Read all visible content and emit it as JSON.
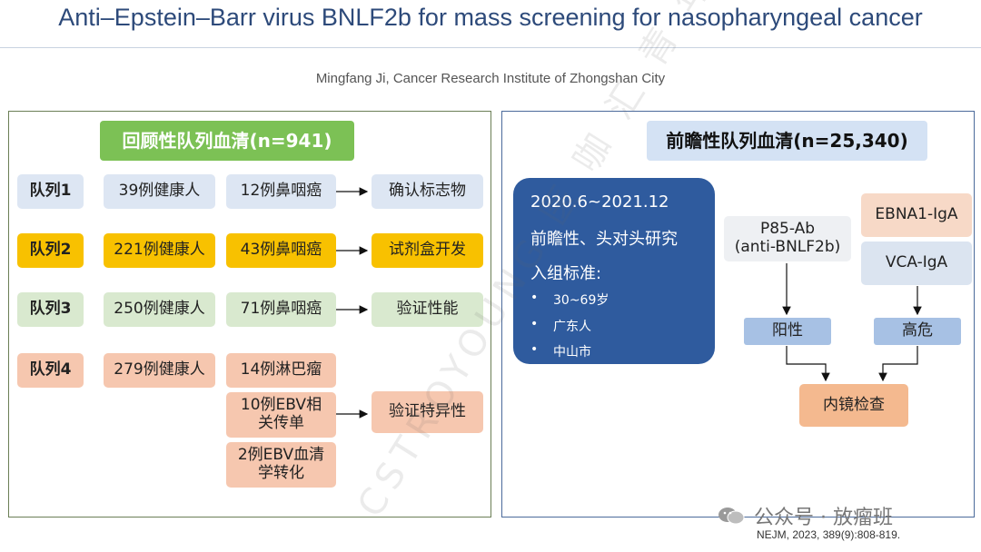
{
  "header": {
    "title": "Anti–Epstein–Barr virus BNLF2b for mass screening for nasopharyngeal cancer",
    "subtitle": "Mingfang Ji, Cancer Research Institute of Zhongshan City"
  },
  "left": {
    "heading": "回顾性队列血清(n=941)",
    "cohorts": [
      {
        "label": "队列1",
        "healthy": "39例健康人",
        "cases": "12例鼻咽癌",
        "purpose": "确认标志物"
      },
      {
        "label": "队列2",
        "healthy": "221例健康人",
        "cases": "43例鼻咽癌",
        "purpose": "试剂盒开发"
      },
      {
        "label": "队列3",
        "healthy": "250例健康人",
        "cases": "71例鼻咽癌",
        "purpose": "验证性能"
      },
      {
        "label": "队列4",
        "healthy": "279例健康人",
        "cases": [
          "14例淋巴瘤",
          "10例EBV相关传单",
          "2例EBV血清学转化"
        ],
        "purpose": "验证特异性"
      }
    ]
  },
  "right": {
    "heading": "前瞻性队列血清(n=25,340)",
    "study": {
      "period": "2020.6~2021.12",
      "design": "前瞻性、头对头研究",
      "criteria_title": "入组标准:",
      "criteria": [
        "30~69岁",
        "广东人",
        "中山市"
      ]
    },
    "p85": {
      "line1": "P85-Ab",
      "line2": "(anti-BNLF2b)"
    },
    "ebna": "EBNA1-IgA",
    "vca": "VCA-IgA",
    "positive": "阳性",
    "highrisk": "高危",
    "endoscopy": "内镜检查"
  },
  "footer": {
    "brand": "公众号 · 放瘤班",
    "citation": "NEJM, 2023, 389(9):808-819."
  },
  "watermark": {
    "text": "CSTROYOUNG 医 咖 汇 青 年"
  },
  "colors": {
    "title": "#2d4a7a",
    "green_head": "#7cc155",
    "yellow": "#f8c100",
    "navy": "#2f5b9e",
    "orange": "#f4b98f"
  }
}
